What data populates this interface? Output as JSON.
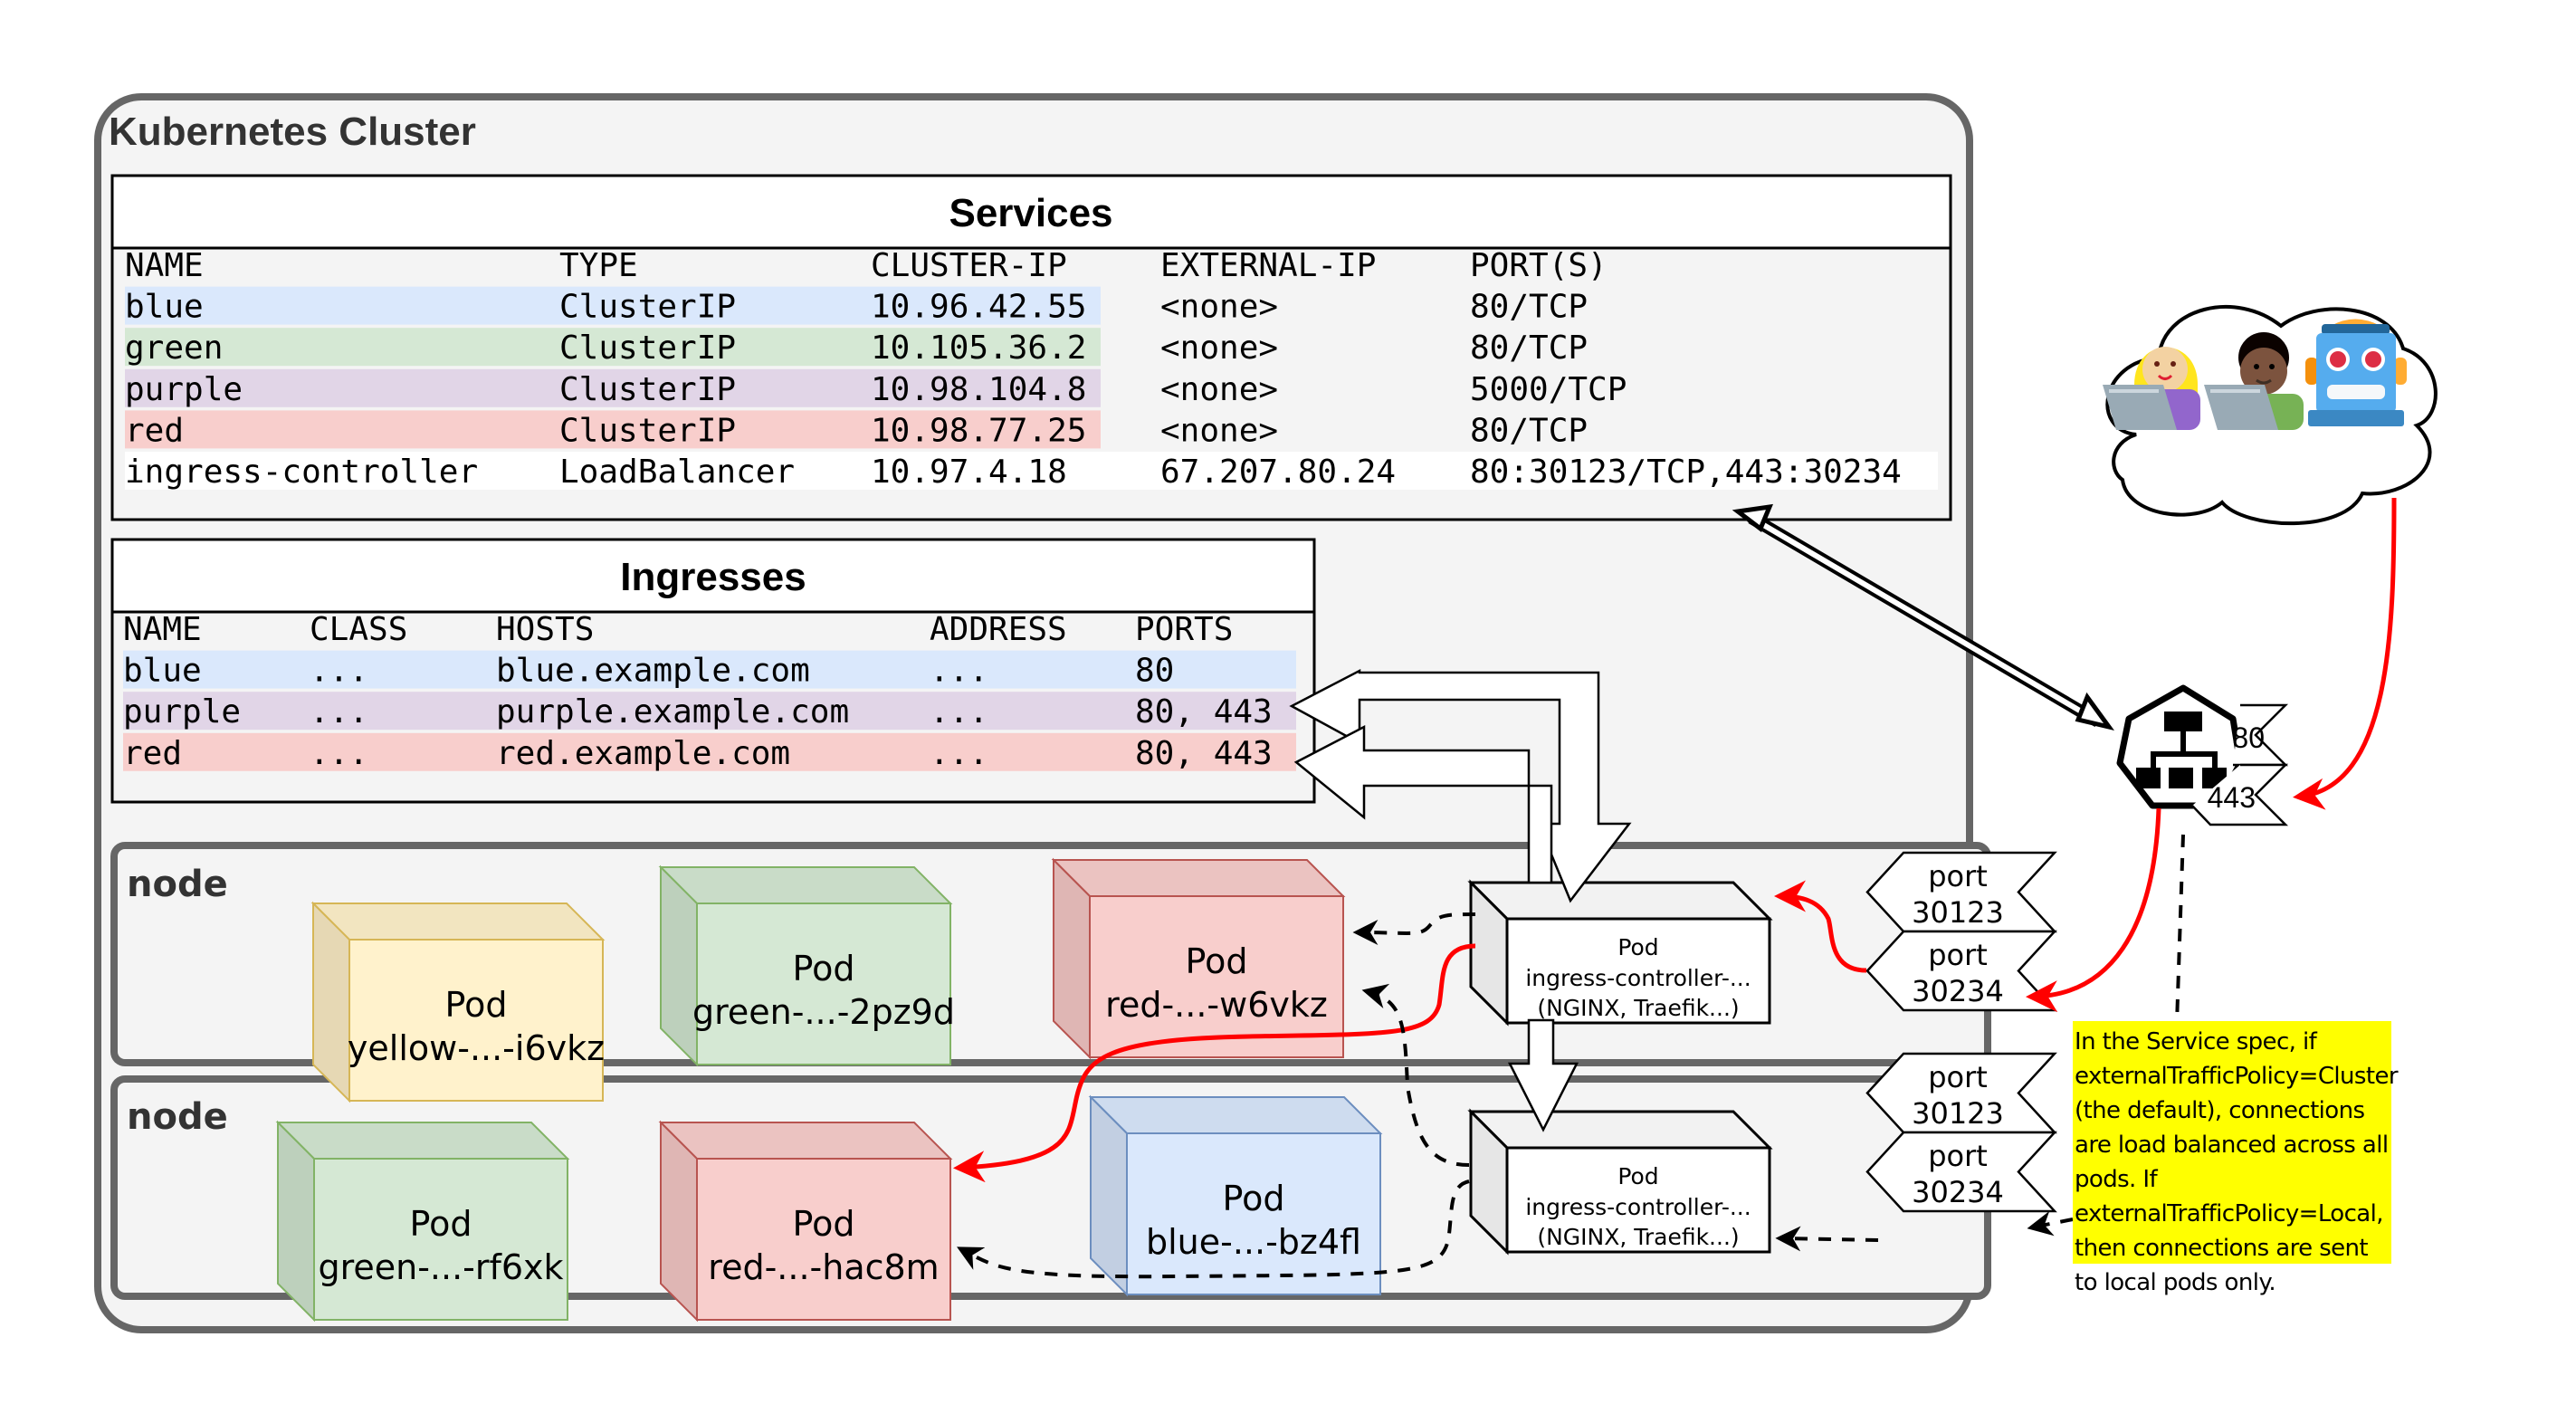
{
  "cluster": {
    "title": "Kubernetes Cluster"
  },
  "services": {
    "title": "Services",
    "columns": [
      "NAME",
      "TYPE",
      "CLUSTER-IP",
      "EXTERNAL-IP",
      "PORT(S)"
    ],
    "rows": [
      {
        "name": "blue",
        "type": "ClusterIP",
        "cluster_ip": "10.96.42.55",
        "external_ip": "<none>",
        "ports": "80/TCP",
        "color": "#dae8fc"
      },
      {
        "name": "green",
        "type": "ClusterIP",
        "cluster_ip": "10.105.36.2",
        "external_ip": "<none>",
        "ports": "80/TCP",
        "color": "#d5e8d4"
      },
      {
        "name": "purple",
        "type": "ClusterIP",
        "cluster_ip": "10.98.104.8",
        "external_ip": "<none>",
        "ports": "5000/TCP",
        "color": "#e1d5e7"
      },
      {
        "name": "red",
        "type": "ClusterIP",
        "cluster_ip": "10.98.77.25",
        "external_ip": "<none>",
        "ports": "80/TCP",
        "color": "#f8cecc"
      },
      {
        "name": "ingress-controller",
        "type": "LoadBalancer",
        "cluster_ip": "10.97.4.18",
        "external_ip": "67.207.80.24",
        "ports": "80:30123/TCP,443:30234",
        "color": "#ffffff"
      }
    ]
  },
  "ingresses": {
    "title": "Ingresses",
    "columns": [
      "NAME",
      "CLASS",
      "HOSTS",
      "ADDRESS",
      "PORTS"
    ],
    "rows": [
      {
        "name": "blue",
        "class": "...",
        "hosts": "blue.example.com",
        "address": "...",
        "ports": "80",
        "color": "#dae8fc"
      },
      {
        "name": "purple",
        "class": "...",
        "hosts": "purple.example.com",
        "address": "...",
        "ports": "80, 443",
        "color": "#e1d5e7"
      },
      {
        "name": "red",
        "class": "...",
        "hosts": "red.example.com",
        "address": "...",
        "ports": "80, 443",
        "color": "#f8cecc"
      }
    ]
  },
  "nodes": [
    {
      "label": "node",
      "pods": [
        {
          "title": "Pod",
          "name": "yellow-...-i6vkz",
          "color": "yellow"
        },
        {
          "title": "Pod",
          "name": "green-...-2pz9d",
          "color": "green"
        },
        {
          "title": "Pod",
          "name": "red-...-w6vkz",
          "color": "red"
        },
        {
          "title": "Pod",
          "name": "ingress-controller-...",
          "subtitle": "(NGINX, Traefik...)",
          "color": "white"
        }
      ],
      "ports": [
        {
          "label": "port",
          "value": "30123"
        },
        {
          "label": "port",
          "value": "30234"
        }
      ]
    },
    {
      "label": "node",
      "pods": [
        {
          "title": "Pod",
          "name": "green-...-rf6xk",
          "color": "green"
        },
        {
          "title": "Pod",
          "name": "red-...-hac8m",
          "color": "red"
        },
        {
          "title": "Pod",
          "name": "blue-...-bz4fl",
          "color": "blue"
        },
        {
          "title": "Pod",
          "name": "ingress-controller-...",
          "subtitle": "(NGINX, Traefik...)",
          "color": "white"
        }
      ],
      "ports": [
        {
          "label": "port",
          "value": "30123"
        },
        {
          "label": "port",
          "value": "30234"
        }
      ]
    }
  ],
  "load_balancer": {
    "icon": "load-balancer-icon",
    "ports": [
      "80",
      "443"
    ]
  },
  "internet": {
    "icons": [
      "woman-technologist-icon",
      "man-technologist-icon",
      "robot-icon"
    ]
  },
  "note": {
    "text": "In the Service spec, if externalTrafficPolicy=Cluster (the default), connections are load balanced across all pods. If externalTrafficPolicy=Local, then connections are sent to local pods only."
  },
  "colors": {
    "traffic": "#ff0000",
    "note_bg": "#ffff00",
    "frame": "#666666",
    "cluster_bg": "#f4f4f4"
  }
}
